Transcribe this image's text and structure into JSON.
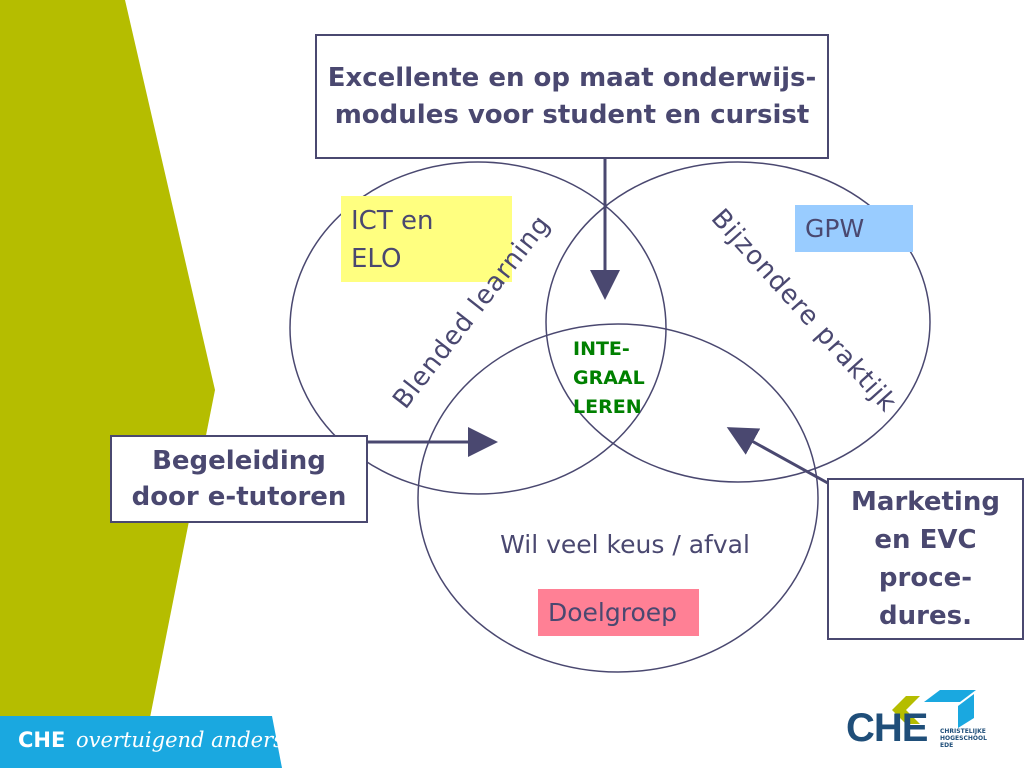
{
  "top_box": {
    "text": "Excellente en op maat onderwijs-modules voor student en cursist"
  },
  "left_box": {
    "text": "Begeleiding door e-tutoren"
  },
  "right_box": {
    "text": "Marketing en EVC proce-dures."
  },
  "circle_left": {
    "label": "Blended learning"
  },
  "circle_right": {
    "label": "Bijzondere praktijk"
  },
  "circle_bottom": {
    "label": "Wil veel keus / afval"
  },
  "center": {
    "label": "INTE-GRAAL LEREN"
  },
  "tag_ict": {
    "text": "ICT en ELO"
  },
  "tag_gpw": {
    "text": "GPW"
  },
  "tag_doelgroep": {
    "text": "Doelgroep"
  },
  "footer": {
    "brand": "CHE",
    "slogan": "overtuigend anders"
  },
  "logo": {
    "letters": "CHE",
    "line1": "CHRISTELIJKE",
    "line2": "HOGESCHOOL",
    "line3": "EDE"
  },
  "colors": {
    "green": "#b5bd00",
    "blue": "#1aa8e0",
    "yellow": "#ffff80",
    "light_blue": "#99ccff",
    "pink": "#ff8095",
    "line": "#4a4870",
    "center_text": "#008000"
  }
}
